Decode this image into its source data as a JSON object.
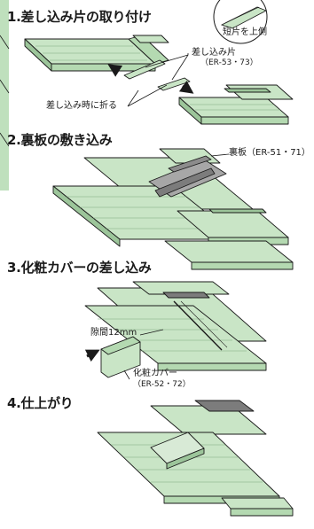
{
  "steps": [
    {
      "number": "1.",
      "title": "差し込み片の取り付け"
    },
    {
      "number": "2.",
      "title": "裏板の敷き込み"
    },
    {
      "number": "3.",
      "title": "化粧カバーの差し込み"
    },
    {
      "number": "4.",
      "title": "仕上がり"
    }
  ],
  "labels": {
    "short_side_up": "短片を上側",
    "insert_piece": "差し込み片",
    "insert_piece_code": "（ER-53・73）",
    "fold_when_inserting": "差し込み時に折る",
    "back_plate": "裏板（ER-51・71）",
    "gap": "隙間12mm",
    "cosmetic_cover": "化粧カバー",
    "cosmetic_cover_code": "（ER-52・72）"
  },
  "colors": {
    "panel_face": "#c9e5c6",
    "panel_edge": "#9cc59a",
    "back_plate": "#a7a7a7",
    "back_plate_dark": "#7c7c7c",
    "side_bar": "#bfe0bd",
    "outline": "#1a1a1a"
  }
}
